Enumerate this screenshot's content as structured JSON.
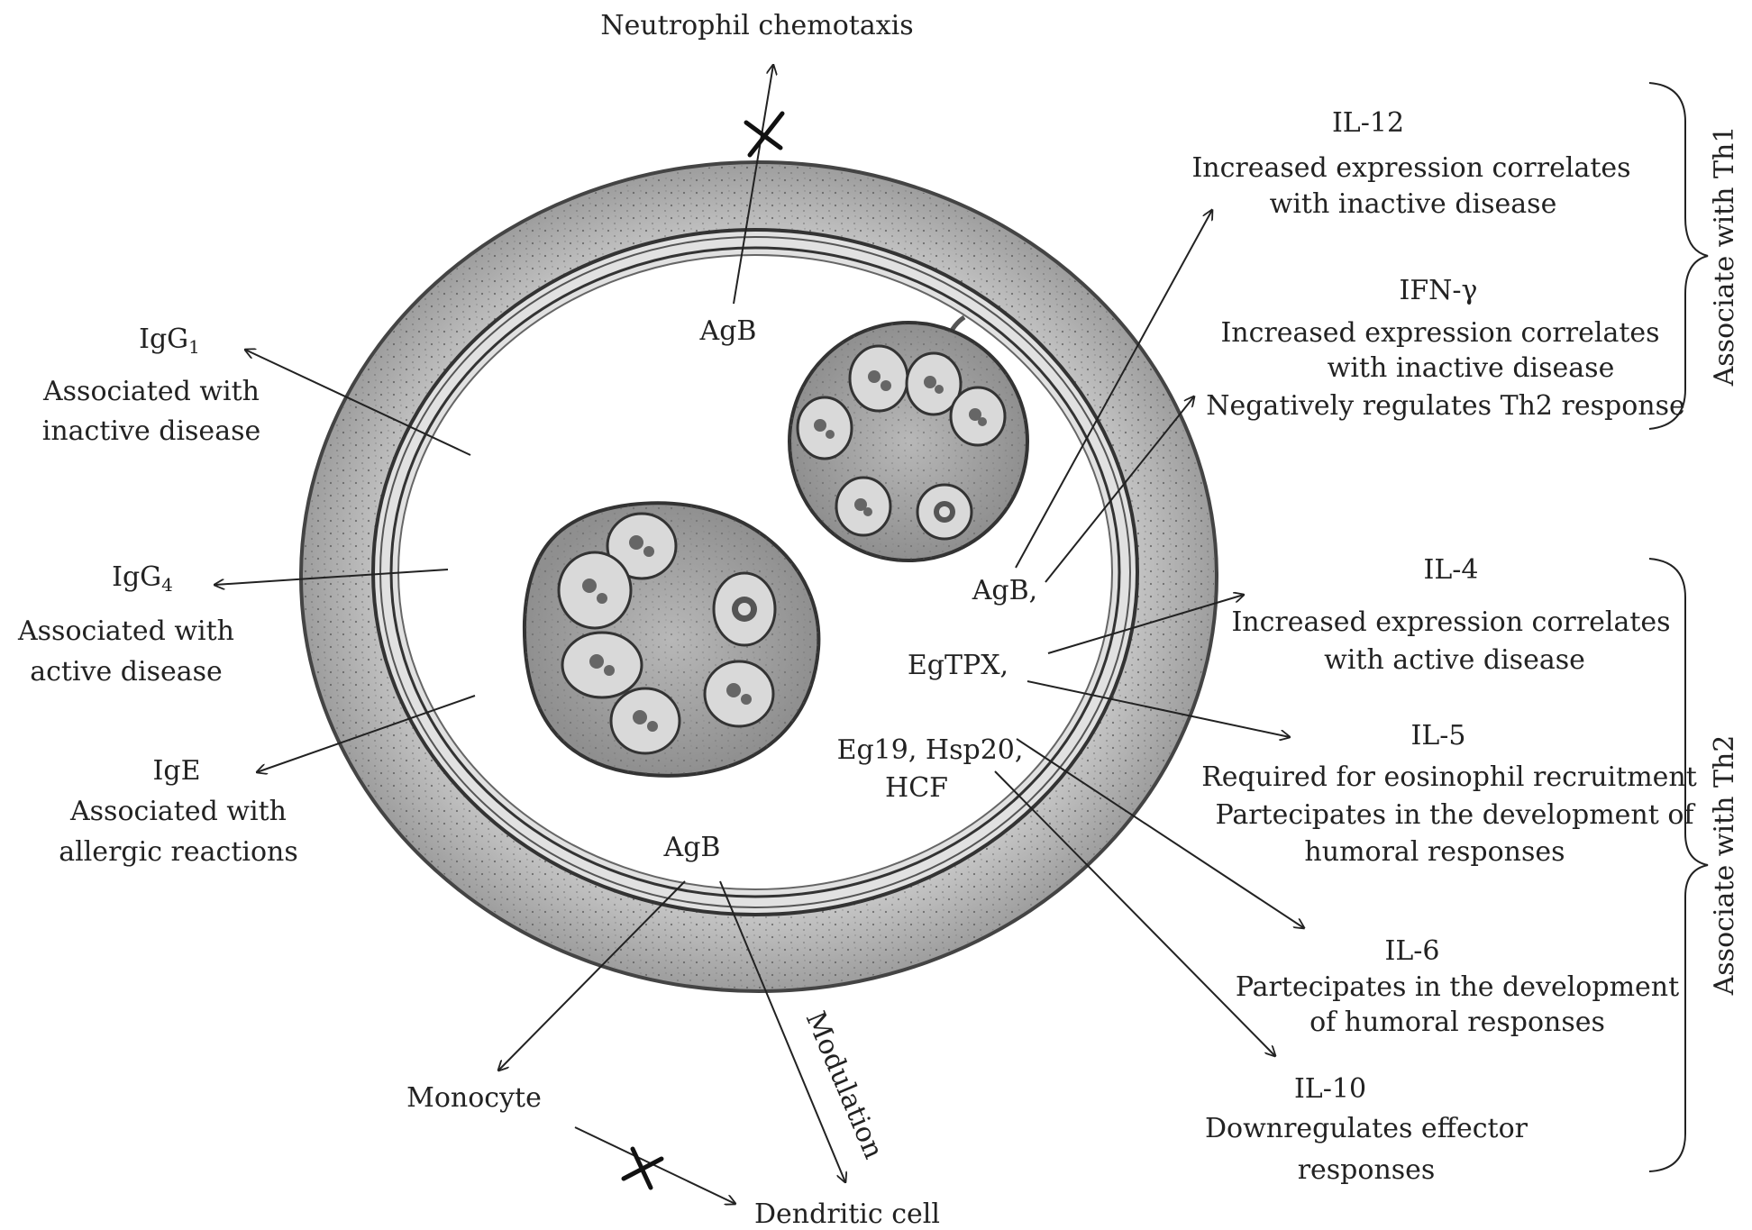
{
  "top": {
    "chemotaxis": "Neutrophil chemotaxis"
  },
  "cyst": {
    "agb_top": "AgB",
    "agb_inner": "AgB,",
    "egtpx": "EgTPX,",
    "eg19_line1": "Eg19, Hsp20,",
    "eg19_line2": "HCF",
    "agb_bottom": "AgB"
  },
  "left": {
    "igg1": {
      "base": "IgG",
      "subscript": "1",
      "line1": "Associated with",
      "line2": "inactive disease"
    },
    "igg4": {
      "base": "IgG",
      "subscript": "4",
      "line1": "Associated with",
      "line2": "active disease"
    },
    "ige": {
      "name": "IgE",
      "line1": "Associated with",
      "line2": "allergic reactions"
    }
  },
  "right": {
    "il12": {
      "name": "IL-12",
      "line1": "Increased expression correlates",
      "line2": "with inactive disease"
    },
    "ifn": {
      "name": "IFN-γ",
      "line1": "Increased expression correlates",
      "line2": "with inactive disease",
      "line3": "Negatively regulates Th2 response"
    },
    "il4": {
      "name": "IL-4",
      "line1": "Increased expression correlates",
      "line2": "with active disease"
    },
    "il5": {
      "name": "IL-5",
      "line1": "Required for eosinophil recruitment",
      "line2": "Partecipates in the development of",
      "line3": "humoral responses"
    },
    "il6": {
      "name": "IL-6",
      "line1": "Partecipates in the development",
      "line2": "of humoral responses"
    },
    "il10": {
      "name": "IL-10",
      "line1": "Downregulates effector",
      "line2": "responses"
    }
  },
  "brackets": {
    "th1": "Associate with Th1",
    "th2": "Associate with Th2"
  },
  "bottom": {
    "monocyte": "Monocyte",
    "dendritic": "Dendritic cell",
    "modulation": "Modulation"
  }
}
